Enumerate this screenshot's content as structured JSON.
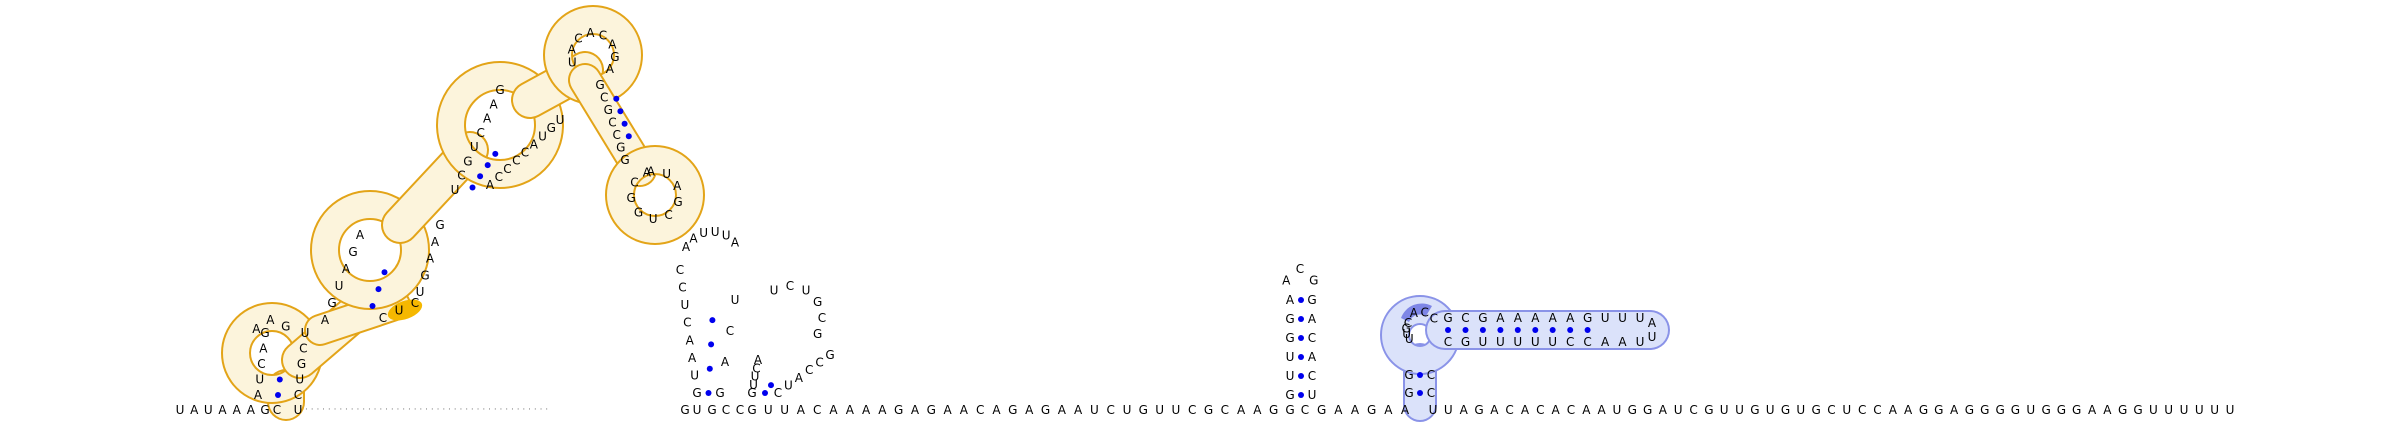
{
  "colors": {
    "background": "#ffffff",
    "nucleotide": "#000000",
    "base_pair_dot": "#0000ee",
    "highlight_orange_outline": "#e3a418",
    "highlight_orange_fill": "#fcf4dc",
    "highlight_orange_strong": "#f5b800",
    "highlight_blue_outline": "#8a93e8",
    "highlight_blue_fill": "#dbe2fa",
    "highlight_blue_strong": "#7e86e6",
    "gap_dots": "#777777"
  },
  "backbone": {
    "left_segment": "UAUAAAG",
    "hairpin_1_closing": "CU",
    "right_segment_start": "GU",
    "multiloop_bridge": "GCC",
    "middle_segment": "GUUACAAAAGAGAACAGAGAAUCUGUUCGCAAGG",
    "mid_bridge": "CGAAGAA",
    "right_segment_end": "UUAGACACACAAUGGAUCGUUGUGUGCUCCAAGGAGGGGUGGGAAGGUUUUUU"
  },
  "structure_1_orange": {
    "stem_1_left": "AUCAG",
    "loop_1": "AAG",
    "stem_1_right": "CUGCU",
    "strong_highlight": "CUC",
    "stem_2_left": "AGUAGA",
    "stem_2_right": "UGAAG",
    "stem_3_left": "UCGUCAAG",
    "stem_3_right": "ACCCCAUGU",
    "loop_top": "UACACAGA",
    "arm_right": "GCGCCGG",
    "loop_arm": "AUAGCUGGCA"
  },
  "structure_2_multiloop": {
    "stem_a_left": "GUAACUCC",
    "loop_a": "AAUUUA",
    "stem_a_right": "GACU",
    "loop_b": "UCUGCG",
    "stem_b_left": "GUUCA",
    "stem_b_right": "CUACCG"
  },
  "structure_3_hairpin": {
    "stem_left": "GUUGGA",
    "loop": "ACG",
    "stem_right": "UCACAG"
  },
  "structure_4_blue": {
    "stem_vertical_left": "GG",
    "stem_vertical_right": "CC",
    "loop_strong": "CGUU",
    "loop_top": "ACC",
    "arm_top": "GCGAAAAAGUUU",
    "arm_bottom": "CGUUUUUCCAAU",
    "tip": "AU"
  }
}
